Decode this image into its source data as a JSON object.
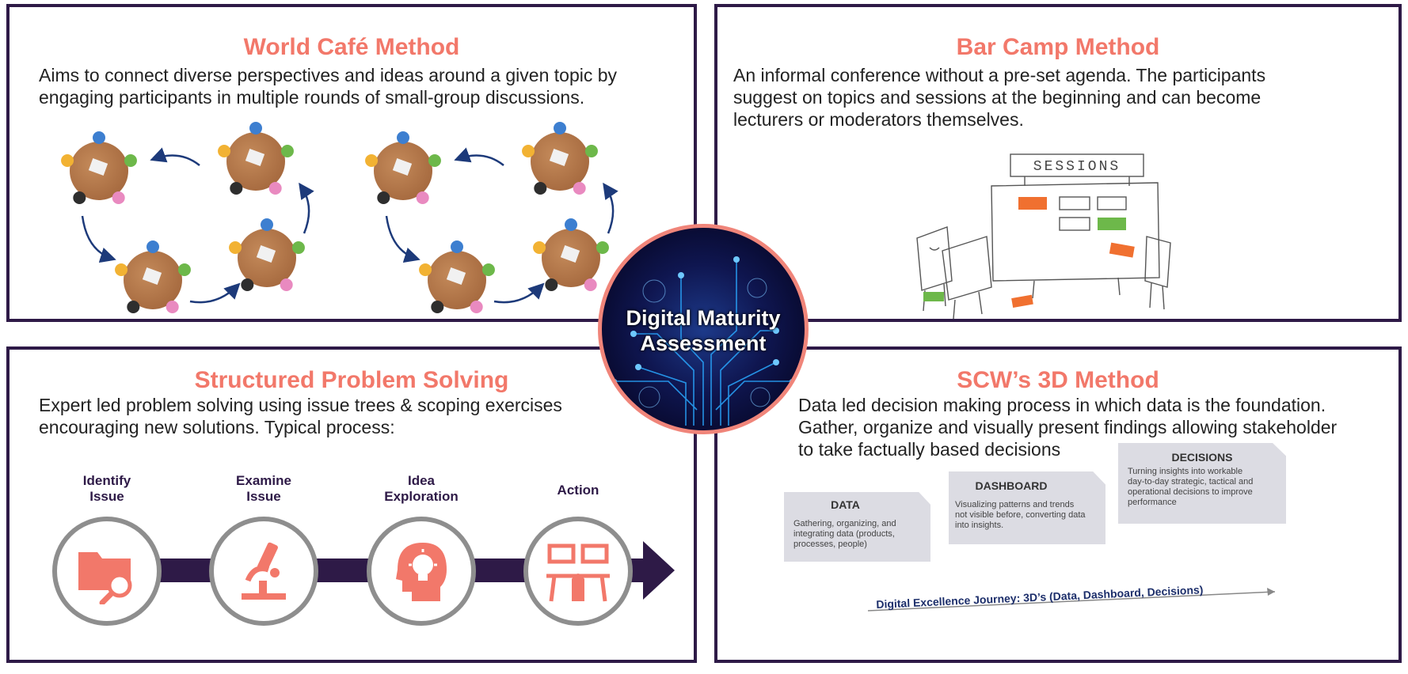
{
  "panels": {
    "world_cafe": {
      "title": "World Café Method",
      "desc_lines": [
        "Aims to connect diverse perspectives and ideas around a given topic by",
        "engaging participants in multiple rounds of small-group discussions."
      ]
    },
    "bar_camp": {
      "title": "Bar Camp Method",
      "desc_lines": [
        "An informal conference without a pre-set agenda. The participants",
        "suggest on topics and sessions at the beginning and can become",
        "lecturers or moderators themselves."
      ],
      "board_label": "SESSIONS"
    },
    "structured": {
      "title": "Structured Problem Solving",
      "desc_lines": [
        "Expert led problem solving using issue trees & scoping exercises",
        "encouraging new solutions. Typical process:"
      ],
      "steps": [
        {
          "label_lines": [
            "Identify",
            "Issue"
          ],
          "icon": "folder-search-icon"
        },
        {
          "label_lines": [
            "Examine",
            "Issue"
          ],
          "icon": "microscope-icon"
        },
        {
          "label_lines": [
            "Idea",
            "Exploration"
          ],
          "icon": "head-lightbulb-icon"
        },
        {
          "label_lines": [
            "Action"
          ],
          "icon": "meeting-desks-icon"
        }
      ]
    },
    "scw": {
      "title": "SCW’s 3D Method",
      "desc_lines": [
        "Data led decision making process in which data is the foundation.",
        "Gather, organize and visually present findings allowing stakeholder",
        "to take factually based decisions"
      ],
      "cards": [
        {
          "title": "DATA",
          "icon": "floppy-disk-icon",
          "text_lines": [
            "Gathering, organizing, and",
            "integrating data (products,",
            "processes, people)"
          ]
        },
        {
          "title": "DASHBOARD",
          "icon": "bar-chart-icon",
          "text_lines": [
            "Visualizing patterns and trends",
            "not visible before, converting data",
            "into insights."
          ]
        },
        {
          "title": "DECISIONS",
          "icon": "businessman-icon",
          "text_lines": [
            "Turning insights into workable",
            "day-to-day strategic, tactical and",
            "operational decisions to improve",
            "performance"
          ]
        }
      ],
      "journey": "Digital Excellence Journey: 3D’s (Data, Dashboard, Decisions)"
    }
  },
  "center": {
    "title_lines": [
      "Digital Maturity",
      "Assessment"
    ]
  },
  "colors": {
    "accent": "#f2786a",
    "border": "#2e1a47",
    "purple": "#8b3f9e",
    "card": "#dcdce3"
  }
}
